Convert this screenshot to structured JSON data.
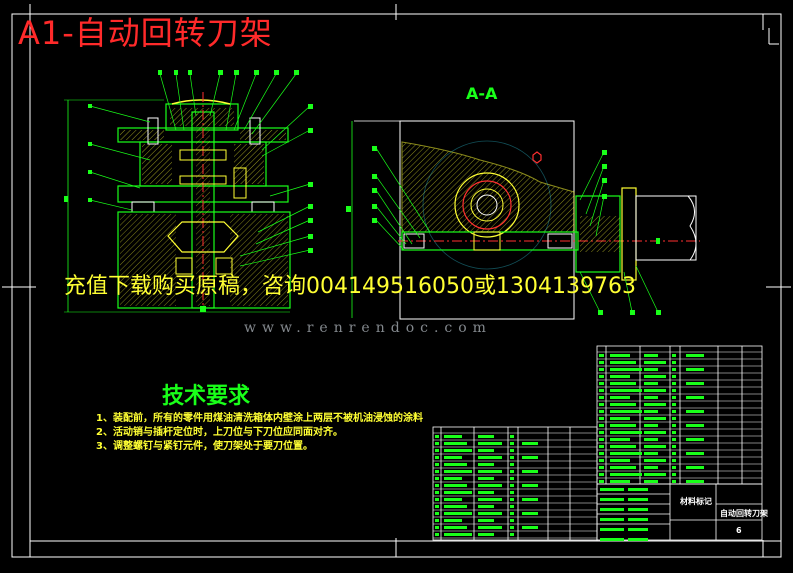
{
  "document": {
    "overlay_title": "A1-自动回转刀架",
    "watermark_text": "充值下载购买原稿，咨询004149516050或1304139763",
    "site_watermark": "www.renrendoc.com",
    "section_label": "A-A",
    "tech_requirements": {
      "title": "技术要求",
      "items": [
        "1、装配前，所有的零件用煤油清洗箱体内壁涂上两层不被机油浸蚀的涂料",
        "2、活动销与插杆定位时，上刀位与下刀位应同面对齐。",
        "3、调整螺钉与紧钉元件，使刀架处于要刀位置。"
      ]
    },
    "title_block": {
      "drawing_name": "自动回转刀架",
      "material_label": "材料标记",
      "sheet_mark": "6"
    }
  },
  "colors": {
    "background": "#000000",
    "frame": "#ffffff",
    "outline_green": "#19ff19",
    "hatch_yellow": "#ffff33",
    "hidden_cyan": "#33e6ff",
    "shaft_red": "#ff3030",
    "title_red": "#ff2a2a",
    "watermark_yellow": "#ffff33"
  }
}
